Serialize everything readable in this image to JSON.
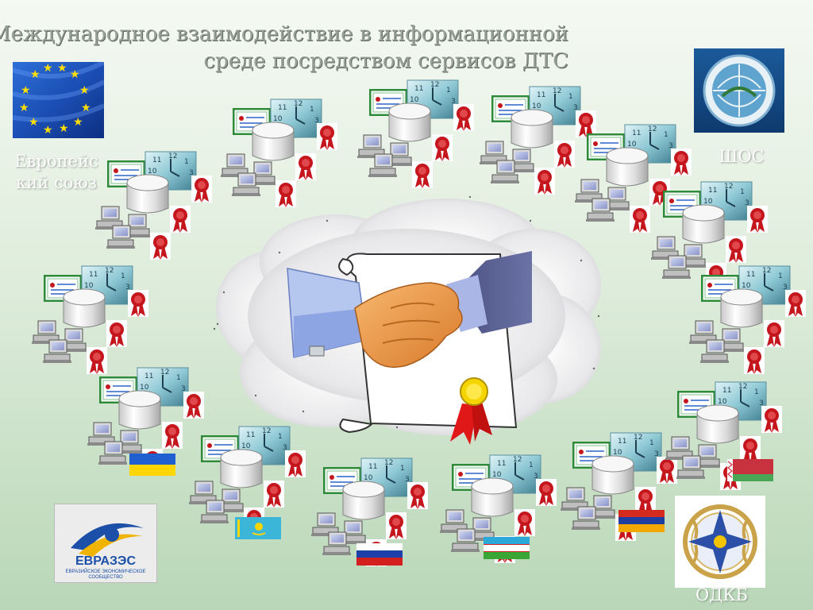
{
  "title": {
    "line1": "Международное взаимодействие в информационной",
    "line2": "среде посредством сервисов ДТС"
  },
  "orgs": {
    "eu": {
      "label_line1": "Европейс",
      "label_line2": "кий союз"
    },
    "sco": {
      "label": "ШОС"
    },
    "eaec": {
      "logo_text": "ЕВРАЗЭС",
      "logo_sub1": "ЕВРАЗИЙСКОЕ ЭКОНОМИЧЕСКОЕ",
      "logo_sub2": "СООБЩЕСТВО"
    },
    "csto": {
      "label": "ОДКБ"
    }
  },
  "nodes": [
    {
      "id": "n1"
    },
    {
      "id": "n2"
    },
    {
      "id": "n3"
    },
    {
      "id": "n4"
    },
    {
      "id": "n5"
    },
    {
      "id": "n6"
    },
    {
      "id": "n7"
    },
    {
      "id": "n8"
    },
    {
      "id": "n9"
    },
    {
      "id": "n10"
    },
    {
      "id": "n11"
    },
    {
      "id": "n12"
    },
    {
      "id": "n13"
    },
    {
      "id": "n14"
    },
    {
      "id": "n15"
    },
    {
      "id": "n16"
    }
  ],
  "flags": [
    {
      "country": "Ukraine",
      "stripes": [
        "#1f5fd0",
        "#ffd600"
      ]
    },
    {
      "country": "Kazakhstan",
      "stripes": [
        "#3bb6d8"
      ]
    },
    {
      "country": "Russia",
      "stripes": [
        "#ffffff",
        "#1c3fa8",
        "#d41f1f"
      ]
    },
    {
      "country": "Uzbekistan",
      "stripes": [
        "#2aa9d8",
        "#ffffff",
        "#3aa635"
      ]
    },
    {
      "country": "Armenia",
      "stripes": [
        "#d52b1e",
        "#1f3fa0",
        "#f2a800"
      ]
    },
    {
      "country": "Belarus",
      "stripes": [
        "#c8313e",
        "#4aa657"
      ]
    }
  ],
  "colors": {
    "accent_green": "#2e8b3a",
    "seal_red": "#c4161c",
    "gold": "#f5c400",
    "sky_blue": "#2c64c8"
  }
}
